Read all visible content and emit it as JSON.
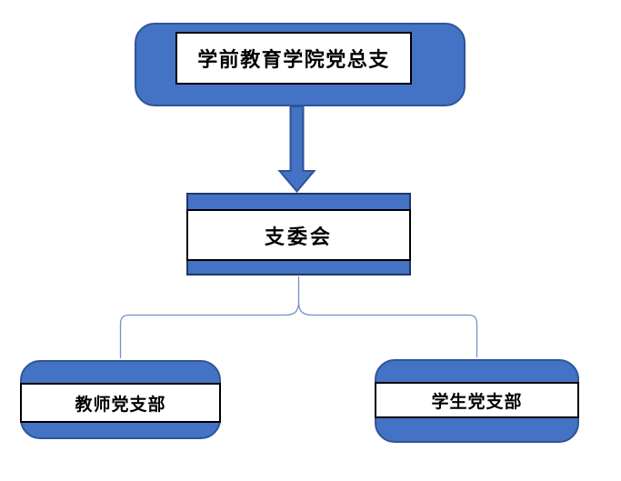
{
  "diagram": {
    "type": "org-chart",
    "nodes": {
      "root": {
        "label": "学前教育学院党总支"
      },
      "committee": {
        "label": "支委会"
      },
      "branch_left": {
        "label": "教师党支部"
      },
      "branch_right": {
        "label": "学生党支部"
      }
    },
    "edges": [
      {
        "from": "root",
        "to": "committee",
        "type": "thick-arrow"
      },
      {
        "from": "committee",
        "to": "branch_left",
        "type": "line"
      },
      {
        "from": "committee",
        "to": "branch_right",
        "type": "line"
      }
    ],
    "colors": {
      "canvas_bg": "#ffffff",
      "node_fill": "#4472C4",
      "node_stroke": "#2F5597",
      "mid_stroke": "#203864",
      "band_border": "#000000",
      "text_color": "#000000",
      "arrow_fill": "#4472C4",
      "arrow_stroke": "#2E5395",
      "connector_stroke": "#7291C9"
    }
  }
}
